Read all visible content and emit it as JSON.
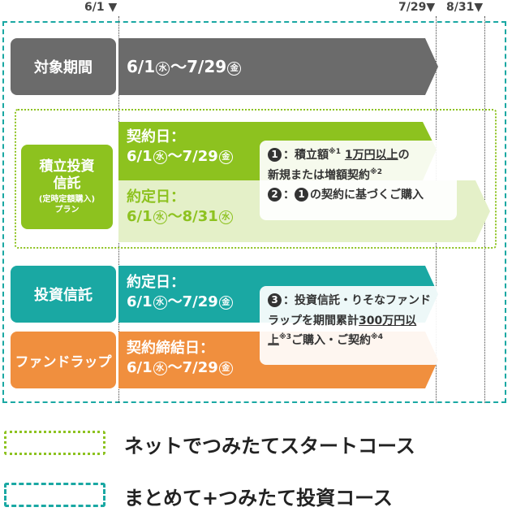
{
  "timeline": {
    "start_label": "6/1",
    "mid_label": "7/29",
    "end_label": "8/31",
    "marker": "▼"
  },
  "rows": {
    "target_period": {
      "category": "対象期間",
      "period_start": "6/1",
      "start_day": "水",
      "tilde": "〜",
      "period_end": "7/29",
      "end_day": "金"
    },
    "tsumitate": {
      "category_line1": "積立投資",
      "category_line2": "信託",
      "category_sub1": "定時定額購入",
      "category_sub2": "プラン",
      "contract_label": "契約日：",
      "contract_start": "6/1",
      "contract_start_day": "水",
      "contract_end": "7/29",
      "contract_end_day": "金",
      "agreed_label": "約定日：",
      "agreed_start": "6/1",
      "agreed_start_day": "水",
      "agreed_end": "8/31",
      "agreed_end_day": "水",
      "tilde": "〜"
    },
    "toushin": {
      "category": "投資信託",
      "agreed_label": "約定日：",
      "start": "6/1",
      "start_day": "水",
      "end": "7/29",
      "end_day": "金",
      "tilde": "〜"
    },
    "fundwrap": {
      "category": "ファンドラップ",
      "contract_label": "契約締結日：",
      "start": "6/1",
      "start_day": "水",
      "end": "7/29",
      "end_day": "金",
      "tilde": "〜"
    }
  },
  "callouts": {
    "c1": {
      "num": "1",
      "text_a": "：積立額",
      "note_a": "※1",
      "amount": "1万円以上",
      "text_b": "の",
      "line2": "新規または増額契約",
      "note_b": "※2"
    },
    "c2": {
      "num": "2",
      "colon": "：",
      "num_ref": "1",
      "text": "の契約に基づくご購入"
    },
    "c3": {
      "num": "3",
      "line1": "：投資信託・りそなファンド",
      "line2_pre": "ラップを期間累計",
      "amount": "300万円以",
      "line3_ul": "上",
      "note_a": "※3",
      "line3_mid": "ご購入・ご契約",
      "note_b": "※4"
    }
  },
  "legend": {
    "green_course": "ネットでつみたてスタートコース",
    "teal_course": "まとめて+つみたて投資コース"
  },
  "colors": {
    "gray": "#6b6b6b",
    "green": "#8dc21f",
    "green_light": "#e4f0c8",
    "teal": "#1aa8a3",
    "orange": "#f08f3e"
  }
}
